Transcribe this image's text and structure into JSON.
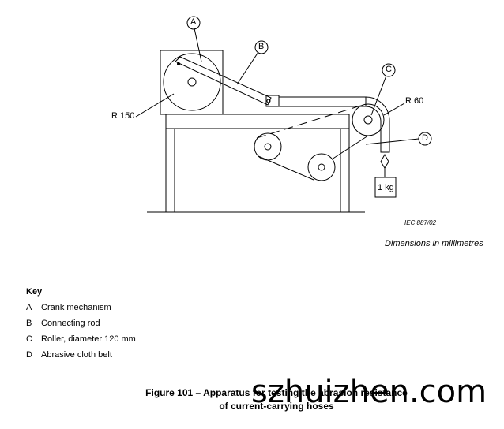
{
  "figure": {
    "labels": {
      "a": "A",
      "b": "B",
      "c": "C",
      "d": "D"
    },
    "r150": "R 150",
    "r60": "R 60",
    "weight": "1 kg",
    "iec_ref": "IEC   887/02",
    "dimensions_note": "Dimensions in millimetres"
  },
  "key": {
    "title": "Key",
    "items": [
      {
        "letter": "A",
        "text": "Crank mechanism"
      },
      {
        "letter": "B",
        "text": "Connecting rod"
      },
      {
        "letter": "C",
        "text": "Roller, diameter 120 mm"
      },
      {
        "letter": "D",
        "text": "Abrasive cloth belt"
      }
    ]
  },
  "caption": {
    "line1": "Figure 101 – Apparatus for testing the abrasion resistance",
    "line2": "of current-carrying hoses"
  },
  "watermark": "szhuizhen.com"
}
